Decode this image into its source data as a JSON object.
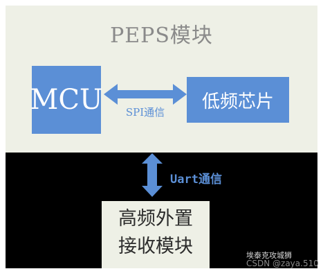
{
  "diagram": {
    "title": "PEPS模块",
    "mcu_label": "MCU",
    "chip_label": "低频芯片",
    "spi_label": "SPI通信",
    "uart_label": "Uart通信",
    "ext_module_line1": "高频外置",
    "ext_module_line2": "接收模块"
  },
  "colors": {
    "box_blue": "#5b8fd6",
    "panel_bg": "#eef0e6",
    "dark_bg": "#000000"
  },
  "watermark": {
    "channel": "埃泰克攻城狮",
    "csdn": "CSDN @zaya.510"
  }
}
